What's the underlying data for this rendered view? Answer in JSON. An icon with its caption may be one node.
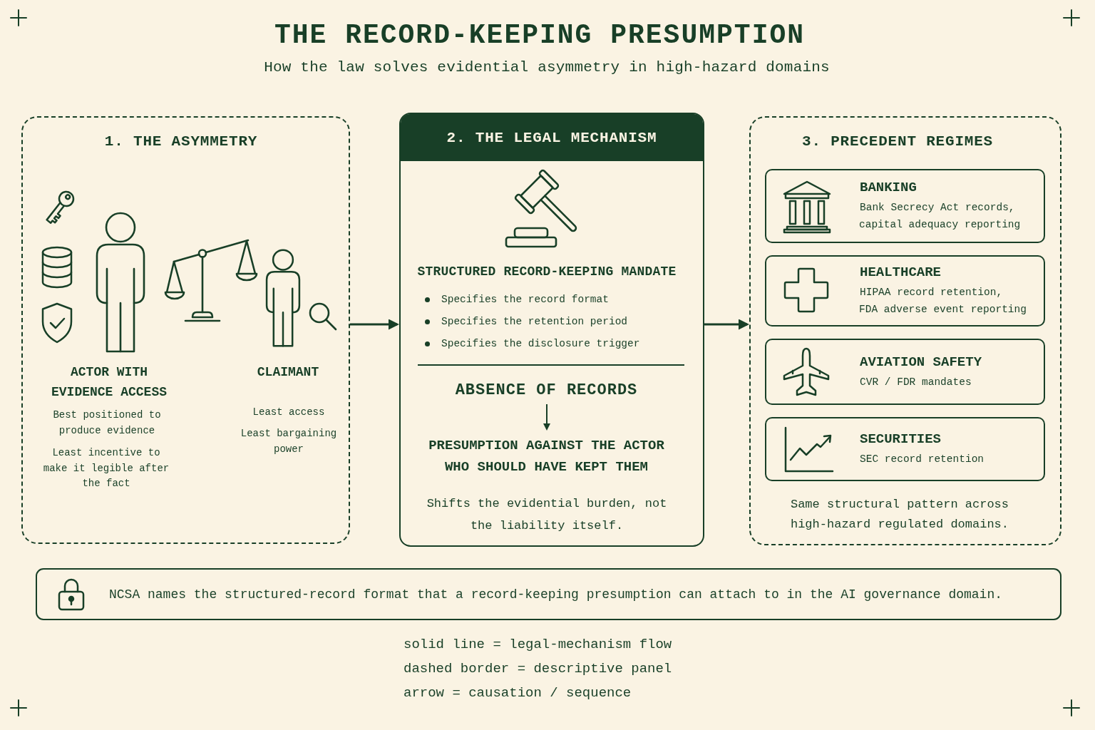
{
  "diagram": {
    "title": "THE RECORD-KEEPING PRESUMPTION",
    "nodes": [
      {
        "text": [
          "1. THE ASYMMETRY",
          "ACTOR WITH EVIDENCE ACCESS",
          "Best positioned to produce evidence",
          "Least incentive to make it legible after the fact",
          "CLAIMANT",
          "Least access",
          "Least bargaining power"
        ]
      },
      {
        "text": [
          "2. THE LEGAL MECHANISM",
          "STRUCTURED RECORD-KEEPING MANDATE",
          "Specifies the record format",
          "Specifies the retention period",
          "Specifies the disclosure trigger",
          "Shifts the evidential burden, not the liability itself."
        ]
      },
      {
        "text": [
          "ABSENCE OF RECORDS"
        ],
        "in": 1
      },
      {
        "text": [
          "PRESUMPTION AGAINST THE ACTOR WHO SHOULD HAVE KEPT THEM"
        ],
        "in": 1
      },
      {
        "text": [
          "3. PRECEDENT REGIMES",
          "Same structural pattern across high-hazard regulated domains."
        ]
      },
      {
        "text": [
          "BANKING",
          "Bank Secrecy Act records, capital adequacy reporting"
        ],
        "in": 4
      },
      {
        "text": [
          "HEALTHCARE",
          "HIPAA record retention, FDA adverse event reporting"
        ],
        "in": 4
      },
      {
        "text": [
          "AVIATION SAFETY",
          "CVR / FDR mandates"
        ],
        "in": 4
      },
      {
        "text": [
          "SECURITIES",
          "SEC record retention"
        ],
        "in": 4
      },
      {
        "text": [
          "NCSA names the structured-record format that a record-keeping presumption can attach to in the AI governance domain."
        ]
      }
    ],
    "edges": [
      {
        "from": 0,
        "to": 1,
        "arrow": "to"
      },
      {
        "from": 2,
        "to": 3,
        "arrow": "to"
      },
      {
        "from": 1,
        "to": 4,
        "arrow": "to"
      }
    ],
    "labels": [
      "How the law solves evidential asymmetry in high-hazard domains"
    ],
    "legend": [
      {
        "text": "solid line = legal-mechanism flow"
      },
      {
        "text": "dashed border = descriptive panel"
      },
      {
        "text": "arrow = causation / sequence"
      }
    ]
  }
}
